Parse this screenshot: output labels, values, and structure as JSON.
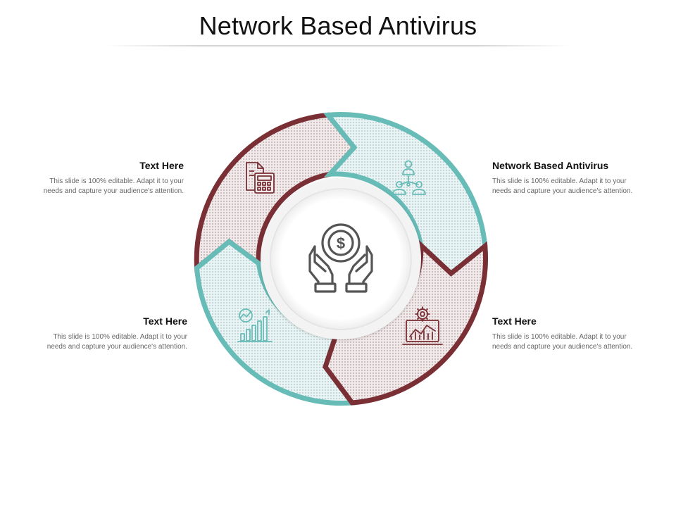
{
  "title": "Network Based Antivirus",
  "colors": {
    "maroon": "#7a2f35",
    "teal": "#68bcb8",
    "body_text": "#666666",
    "icon_gray": "#555555"
  },
  "segments": [
    {
      "heading": "Text Here",
      "body": "This slide is 100% editable. Adapt it to your needs and capture your audience's attention.",
      "color": "maroon",
      "icon": "calculator-document-icon"
    },
    {
      "heading": "Network Based Antivirus",
      "body": "This slide is 100% editable. Adapt it to your needs and capture your audience's attention.",
      "color": "teal",
      "icon": "network-people-icon"
    },
    {
      "heading": "Text Here",
      "body": "This slide is 100% editable. Adapt it to your needs and capture your audience's attention.",
      "color": "maroon",
      "icon": "monitor-chart-gear-icon"
    },
    {
      "heading": "Text Here",
      "body": "This slide is 100% editable. Adapt it to your needs and capture your audience's attention.",
      "color": "teal",
      "icon": "growth-bar-chart-icon"
    }
  ],
  "center_icon": "hands-dollar-coin-icon"
}
